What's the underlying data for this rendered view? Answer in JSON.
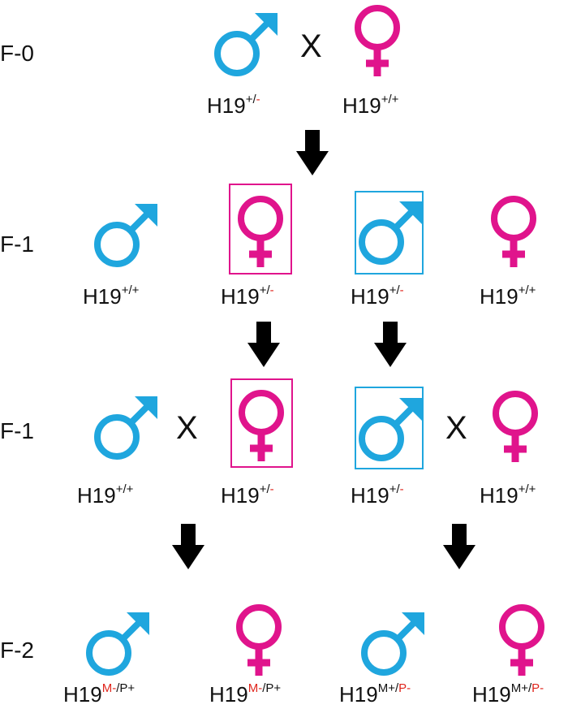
{
  "colors": {
    "male": "#1fa6de",
    "female": "#e0148c",
    "highlight": "#e0251c",
    "arrow": "#000000"
  },
  "icons": {
    "male": "male-symbol-icon",
    "female": "female-symbol-icon",
    "arrow": "down-arrow-icon"
  },
  "generations": [
    "F-0",
    "F-1",
    "F-1",
    "F-2"
  ],
  "cross_label": "X",
  "f0": {
    "male": {
      "base": "H19",
      "sup_a": "+/",
      "sup_b": "-"
    },
    "female": {
      "base": "H19",
      "sup_a": "+/+"
    }
  },
  "f1_offspring": [
    {
      "base": "H19",
      "sup_a": "+/+"
    },
    {
      "base": "H19",
      "sup_a": "+/",
      "sup_b": "-"
    },
    {
      "base": "H19",
      "sup_a": "+/",
      "sup_b": "-"
    },
    {
      "base": "H19",
      "sup_a": "+/+"
    }
  ],
  "f1_crosses": [
    {
      "base": "H19",
      "sup_a": "+/+"
    },
    {
      "base": "H19",
      "sup_a": "+/",
      "sup_b": "-"
    },
    {
      "base": "H19",
      "sup_a": "+/",
      "sup_b": "-"
    },
    {
      "base": "H19",
      "sup_a": "+/+"
    }
  ],
  "f2": [
    {
      "base": "H19",
      "sup_r1": "M-",
      "sup_k1": "/P+"
    },
    {
      "base": "H19",
      "sup_r1": "M-",
      "sup_k1": "/P+"
    },
    {
      "base": "H19",
      "sup_k1": "M+/",
      "sup_r2": "P-"
    },
    {
      "base": "H19",
      "sup_k1": "M+/",
      "sup_r2": "P-"
    }
  ]
}
